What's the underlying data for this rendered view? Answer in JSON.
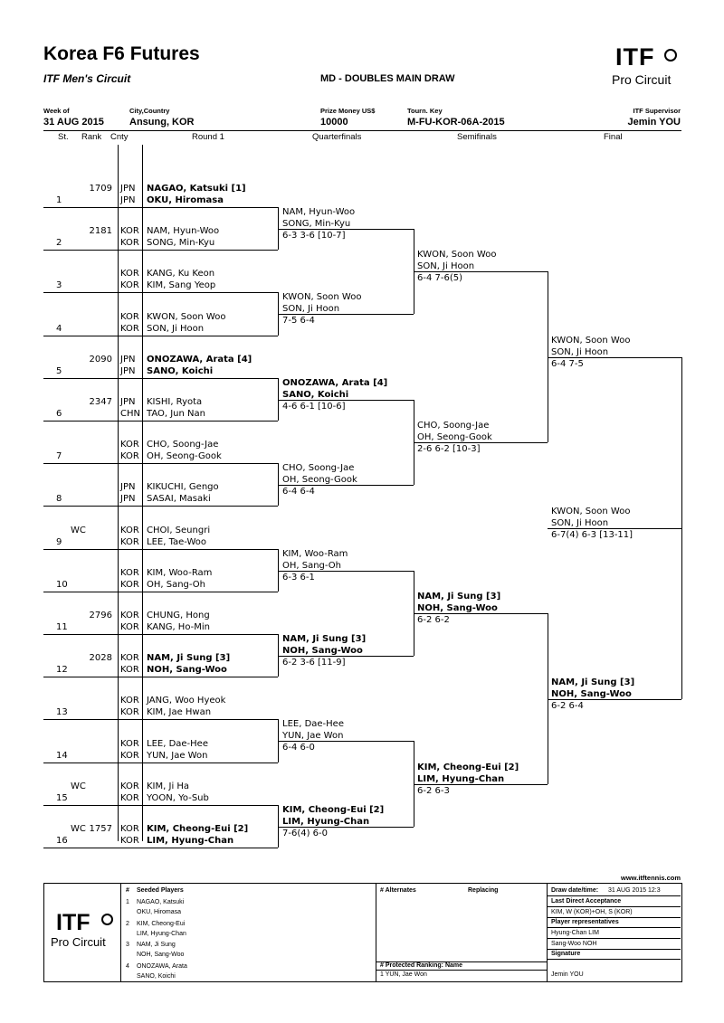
{
  "header": {
    "title": "Korea F6 Futures",
    "subtitle": "ITF Men's Circuit",
    "draw_name": "MD - DOUBLES MAIN DRAW",
    "logo": {
      "text": "ITF",
      "sub": "Pro Circuit"
    },
    "fields": [
      {
        "label": "Week of",
        "value": "31 AUG 2015"
      },
      {
        "label": "City,Country",
        "value": "Ansung, KOR"
      },
      {
        "label": "Prize Money US$",
        "value": "10000"
      },
      {
        "label": "Tourn. Key",
        "value": "M-FU-KOR-06A-2015"
      },
      {
        "label": "ITF Supervisor",
        "value": "Jemin YOU"
      }
    ]
  },
  "columns": [
    "St.",
    "Rank",
    "Cnty",
    "Round 1",
    "Quarterfinals",
    "Semifinals",
    "Final"
  ],
  "round1": [
    {
      "num": "1",
      "st": "",
      "rank": "1709",
      "c1": "JPN",
      "p1": "NAGAO, Katsuki [1]",
      "c2": "JPN",
      "p2": "OKU, Hiromasa",
      "bold": true
    },
    {
      "num": "2",
      "st": "",
      "rank": "2181",
      "c1": "KOR",
      "p1": "NAM, Hyun-Woo",
      "c2": "KOR",
      "p2": "SONG, Min-Kyu",
      "bold": false
    },
    {
      "num": "3",
      "st": "",
      "rank": "",
      "c1": "KOR",
      "p1": "KANG, Ku Keon",
      "c2": "KOR",
      "p2": "KIM, Sang Yeop",
      "bold": false
    },
    {
      "num": "4",
      "st": "",
      "rank": "",
      "c1": "KOR",
      "p1": "KWON, Soon Woo",
      "c2": "KOR",
      "p2": "SON, Ji Hoon",
      "bold": false
    },
    {
      "num": "5",
      "st": "",
      "rank": "2090",
      "c1": "JPN",
      "p1": "ONOZAWA, Arata [4]",
      "c2": "JPN",
      "p2": "SANO, Koichi",
      "bold": true
    },
    {
      "num": "6",
      "st": "",
      "rank": "2347",
      "c1": "JPN",
      "p1": "KISHI, Ryota",
      "c2": "CHN",
      "p2": "TAO, Jun Nan",
      "bold": false
    },
    {
      "num": "7",
      "st": "",
      "rank": "",
      "c1": "KOR",
      "p1": "CHO, Soong-Jae",
      "c2": "KOR",
      "p2": "OH, Seong-Gook",
      "bold": false
    },
    {
      "num": "8",
      "st": "",
      "rank": "",
      "c1": "JPN",
      "p1": "KIKUCHI, Gengo",
      "c2": "JPN",
      "p2": "SASAI, Masaki",
      "bold": false
    },
    {
      "num": "9",
      "st": "WC",
      "rank": "",
      "c1": "KOR",
      "p1": "CHOI, Seungri",
      "c2": "KOR",
      "p2": "LEE, Tae-Woo",
      "bold": false
    },
    {
      "num": "10",
      "st": "",
      "rank": "",
      "c1": "KOR",
      "p1": "KIM, Woo-Ram",
      "c2": "KOR",
      "p2": "OH, Sang-Oh",
      "bold": false
    },
    {
      "num": "11",
      "st": "",
      "rank": "2796",
      "c1": "KOR",
      "p1": "CHUNG, Hong",
      "c2": "KOR",
      "p2": "KANG, Ho-Min",
      "bold": false
    },
    {
      "num": "12",
      "st": "",
      "rank": "2028",
      "c1": "KOR",
      "p1": "NAM, Ji Sung [3]",
      "c2": "KOR",
      "p2": "NOH, Sang-Woo",
      "bold": true
    },
    {
      "num": "13",
      "st": "",
      "rank": "",
      "c1": "KOR",
      "p1": "JANG, Woo Hyeok",
      "c2": "KOR",
      "p2": "KIM, Jae Hwan",
      "bold": false
    },
    {
      "num": "14",
      "st": "",
      "rank": "",
      "c1": "KOR",
      "p1": "LEE, Dae-Hee",
      "c2": "KOR",
      "p2": "YUN, Jae Won",
      "bold": false
    },
    {
      "num": "15",
      "st": "WC",
      "rank": "",
      "c1": "KOR",
      "p1": "KIM, Ji Ha",
      "c2": "KOR",
      "p2": "YOON, Yo-Sub",
      "bold": false
    },
    {
      "num": "16",
      "st": "WC",
      "rank": "1757",
      "c1": "KOR",
      "p1": "KIM, Cheong-Eui [2]",
      "c2": "KOR",
      "p2": "LIM, Hyung-Chan",
      "bold": true
    }
  ],
  "quarterfinals": [
    {
      "p1": "NAM, Hyun-Woo",
      "p2": "SONG, Min-Kyu",
      "score": "6-3 3-6 [10-7]",
      "bold": false
    },
    {
      "p1": "KWON, Soon Woo",
      "p2": "SON, Ji Hoon",
      "score": "7-5 6-4",
      "bold": false
    },
    {
      "p1": "ONOZAWA, Arata [4]",
      "p2": "SANO, Koichi",
      "score": "4-6 6-1 [10-6]",
      "bold": true
    },
    {
      "p1": "CHO, Soong-Jae",
      "p2": "OH, Seong-Gook",
      "score": "6-4 6-4",
      "bold": false
    },
    {
      "p1": "KIM, Woo-Ram",
      "p2": "OH, Sang-Oh",
      "score": "6-3 6-1",
      "bold": false
    },
    {
      "p1": "NAM, Ji Sung [3]",
      "p2": "NOH, Sang-Woo",
      "score": "6-2 3-6 [11-9]",
      "bold": true
    },
    {
      "p1": "LEE, Dae-Hee",
      "p2": "YUN, Jae Won",
      "score": "6-4 6-0",
      "bold": false
    },
    {
      "p1": "KIM, Cheong-Eui [2]",
      "p2": "LIM, Hyung-Chan",
      "score": "7-6(4) 6-0",
      "bold": true
    }
  ],
  "semifinals": [
    {
      "p1": "KWON, Soon Woo",
      "p2": "SON, Ji Hoon",
      "score": "6-4 7-6(5)",
      "bold": false
    },
    {
      "p1": "CHO, Soong-Jae",
      "p2": "OH, Seong-Gook",
      "score": "2-6 6-2 [10-3]",
      "bold": false
    },
    {
      "p1": "NAM, Ji Sung [3]",
      "p2": "NOH, Sang-Woo",
      "score": "6-2 6-2",
      "bold": true
    },
    {
      "p1": "KIM, Cheong-Eui [2]",
      "p2": "LIM, Hyung-Chan",
      "score": "6-2 6-3",
      "bold": true
    }
  ],
  "final": [
    {
      "p1": "KWON, Soon Woo",
      "p2": "SON, Ji Hoon",
      "score": "6-4 7-5",
      "bold": false
    },
    {
      "p1": "NAM, Ji Sung [3]",
      "p2": "NOH, Sang-Woo",
      "score": "6-2 6-4",
      "bold": true
    }
  ],
  "champion": {
    "p1": "KWON, Soon Woo",
    "p2": "SON, Ji Hoon",
    "score": "6-7(4) 6-3 [13-11]"
  },
  "footer": {
    "website": "www.itftennis.com",
    "seeded_header": [
      "#",
      "Seeded Players"
    ],
    "seeds": [
      {
        "n": "1",
        "p1": "NAGAO, Katsuki",
        "p2": "OKU, Hiromasa"
      },
      {
        "n": "2",
        "p1": "KIM, Cheong-Eui",
        "p2": "LIM, Hyung-Chan"
      },
      {
        "n": "3",
        "p1": "NAM, Ji Sung",
        "p2": "NOH, Sang-Woo"
      },
      {
        "n": "4",
        "p1": "ONOZAWA, Arata",
        "p2": "SANO, Koichi"
      }
    ],
    "alternates_header": "# Alternates",
    "replacing_header": "Replacing",
    "protected_header": "#  Protected Ranking: Name",
    "protected": "1  YUN, Jae Won",
    "draw_datetime_label": "Draw date/time:",
    "draw_datetime": "31 AUG 2015 12:3",
    "last_direct_label": "Last Direct Acceptance",
    "last_direct": "KIM, W (KOR)+OH, S (KOR)",
    "reps_label": "Player representatives",
    "reps": [
      "Hyung-Chan LIM",
      "Sang-Woo NOH"
    ],
    "signature_label": "Signature",
    "signature": "Jemin YOU"
  }
}
